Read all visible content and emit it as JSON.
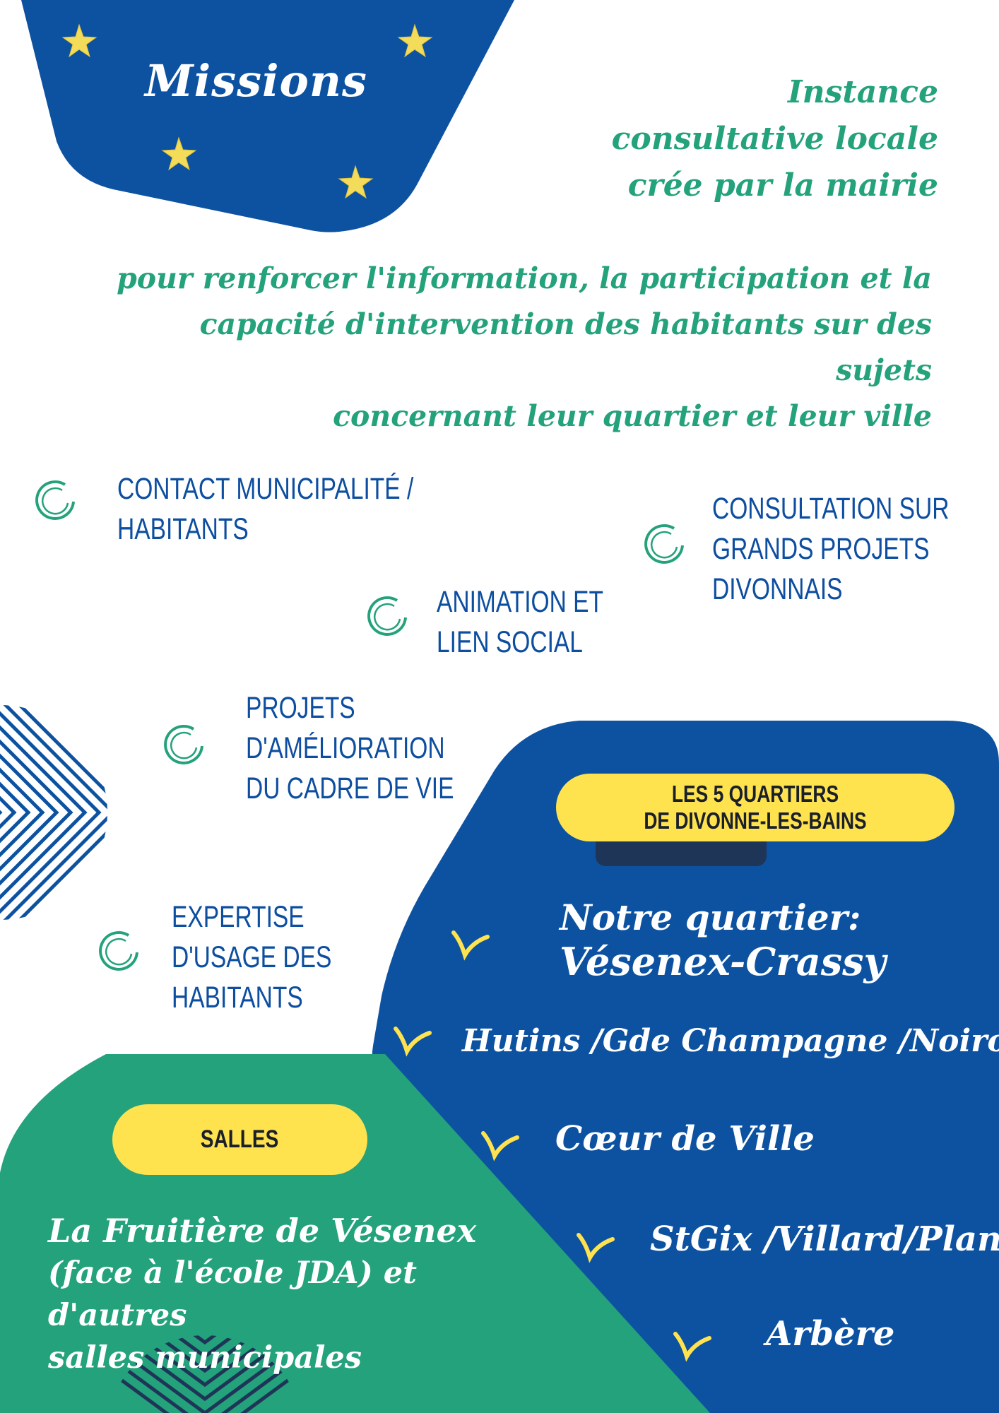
{
  "colors": {
    "blue": "#0d52a1",
    "green": "#23a27b",
    "yellow": "#ffe34e",
    "star": "#f3dc5a",
    "navy": "#1e3557"
  },
  "missions": {
    "title": "Missions"
  },
  "intro": {
    "title_lines": [
      "Instance",
      "consultative locale",
      "crée par la mairie"
    ],
    "purpose_lines": [
      "pour renforcer l'information, la participation  et la",
      "capacité d'intervention des habitants sur des sujets",
      "concernant leur quartier et leur ville"
    ]
  },
  "mission_items": [
    {
      "lines": [
        "CONTACT MUNICIPALITÉ /",
        "HABITANTS"
      ]
    },
    {
      "lines": [
        "CONSULTATION SUR",
        "GRANDS PROJETS",
        "DIVONNAIS"
      ]
    },
    {
      "lines": [
        "ANIMATION ET",
        "LIEN SOCIAL"
      ]
    },
    {
      "lines": [
        "PROJETS",
        "D'AMÉLIORATION",
        "DU CADRE DE VIE"
      ]
    },
    {
      "lines": [
        "EXPERTISE",
        "D'USAGE DES",
        "HABITANTS"
      ]
    }
  ],
  "quartiers": {
    "pill_lines": [
      "LES 5 QUARTIERS",
      "DE DIVONNE-LES-BAINS"
    ],
    "items": [
      {
        "lines": [
          "Notre quartier:",
          "Vésenex-Crassy"
        ]
      },
      {
        "lines": [
          "Hutins /Gde Champagne /Noirons"
        ]
      },
      {
        "lines": [
          "Cœur de Ville"
        ]
      },
      {
        "lines": [
          "StGix /Villard/Plan"
        ]
      },
      {
        "lines": [
          "Arbère"
        ]
      }
    ]
  },
  "salles": {
    "pill": "SALLES",
    "text_lines": [
      "La Fruitière de Vésenex",
      "(face à l'école JDA) et d'autres",
      "salles municipales"
    ]
  }
}
